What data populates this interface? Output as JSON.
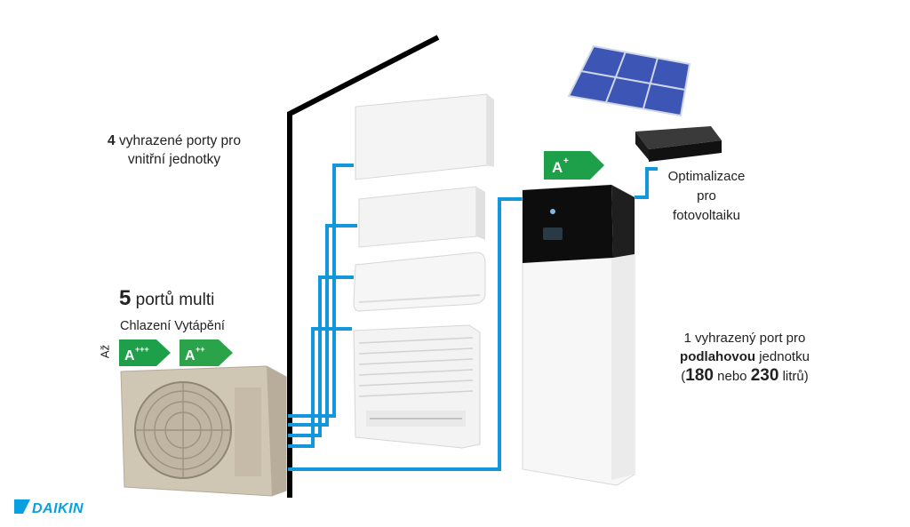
{
  "ports_text": {
    "count": "4",
    "rest": "vyhrazené porty pro",
    "line2": "vnitřní jednotky"
  },
  "outdoor": {
    "count": "5",
    "rest": "portů multi",
    "cooling": "Chlazení",
    "heating": "Vytápění",
    "up_to": "Až",
    "cooling_class": "A",
    "cooling_sup": "+++",
    "heating_class": "A",
    "heating_sup": "++"
  },
  "tank_badge": {
    "class": "A",
    "sup": "+"
  },
  "optimization": {
    "line1": "Optimalizace",
    "line2": "pro",
    "line3": "fotovoltaiku"
  },
  "tank_text": {
    "line1": "1 vyhrazený port pro",
    "bold": "podlahovou",
    "line2_rest": "jednotku",
    "open": "(",
    "v1": "180",
    "mid": "nebo",
    "v2": "230",
    "close": "litrů)"
  },
  "logo": "DAIKIN",
  "colors": {
    "pipe": "#1296dc",
    "badge": "#1ea04a",
    "outline": "#000000",
    "logo": "#0a9fe0"
  }
}
